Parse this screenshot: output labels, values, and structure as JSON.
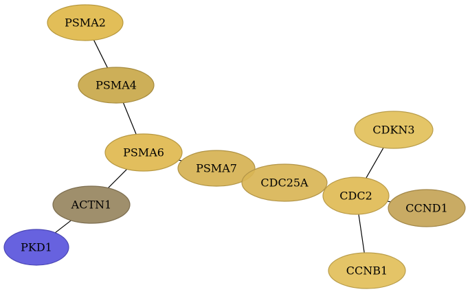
{
  "nodes": [
    {
      "id": "PSMA2",
      "label": "PSMA2",
      "color": "#dfb94a"
    },
    {
      "id": "PSMA4",
      "label": "PSMA4",
      "color": "#c9a84a"
    },
    {
      "id": "PSMA6",
      "label": "PSMA6",
      "color": "#dfb94f"
    },
    {
      "id": "PSMA7",
      "label": "PSMA7",
      "color": "#d6b252"
    },
    {
      "id": "CDC25A",
      "label": "CDC25A",
      "color": "#d9b556"
    },
    {
      "id": "CDC2",
      "label": "CDC2",
      "color": "#e0bb55"
    },
    {
      "id": "CDKN3",
      "label": "CDKN3",
      "color": "#e2c05a"
    },
    {
      "id": "CCND1",
      "label": "CCND1",
      "color": "#c4a457"
    },
    {
      "id": "CCNB1",
      "label": "CCNB1",
      "color": "#e2bf5a"
    },
    {
      "id": "ACTN1",
      "label": "ACTN1",
      "color": "#978560"
    },
    {
      "id": "PKD1",
      "label": "PKD1",
      "color": "#5a55dc"
    }
  ],
  "edges": [
    {
      "source": "PSMA2",
      "target": "PSMA4"
    },
    {
      "source": "PSMA4",
      "target": "PSMA6"
    },
    {
      "source": "PSMA6",
      "target": "PSMA7"
    },
    {
      "source": "PSMA6",
      "target": "ACTN1"
    },
    {
      "source": "ACTN1",
      "target": "PKD1"
    },
    {
      "source": "PSMA7",
      "target": "CDC25A"
    },
    {
      "source": "CDC25A",
      "target": "CDC2"
    },
    {
      "source": "CDC2",
      "target": "CDKN3"
    },
    {
      "source": "CDC2",
      "target": "CCND1"
    },
    {
      "source": "CDC2",
      "target": "CCNB1"
    }
  ]
}
